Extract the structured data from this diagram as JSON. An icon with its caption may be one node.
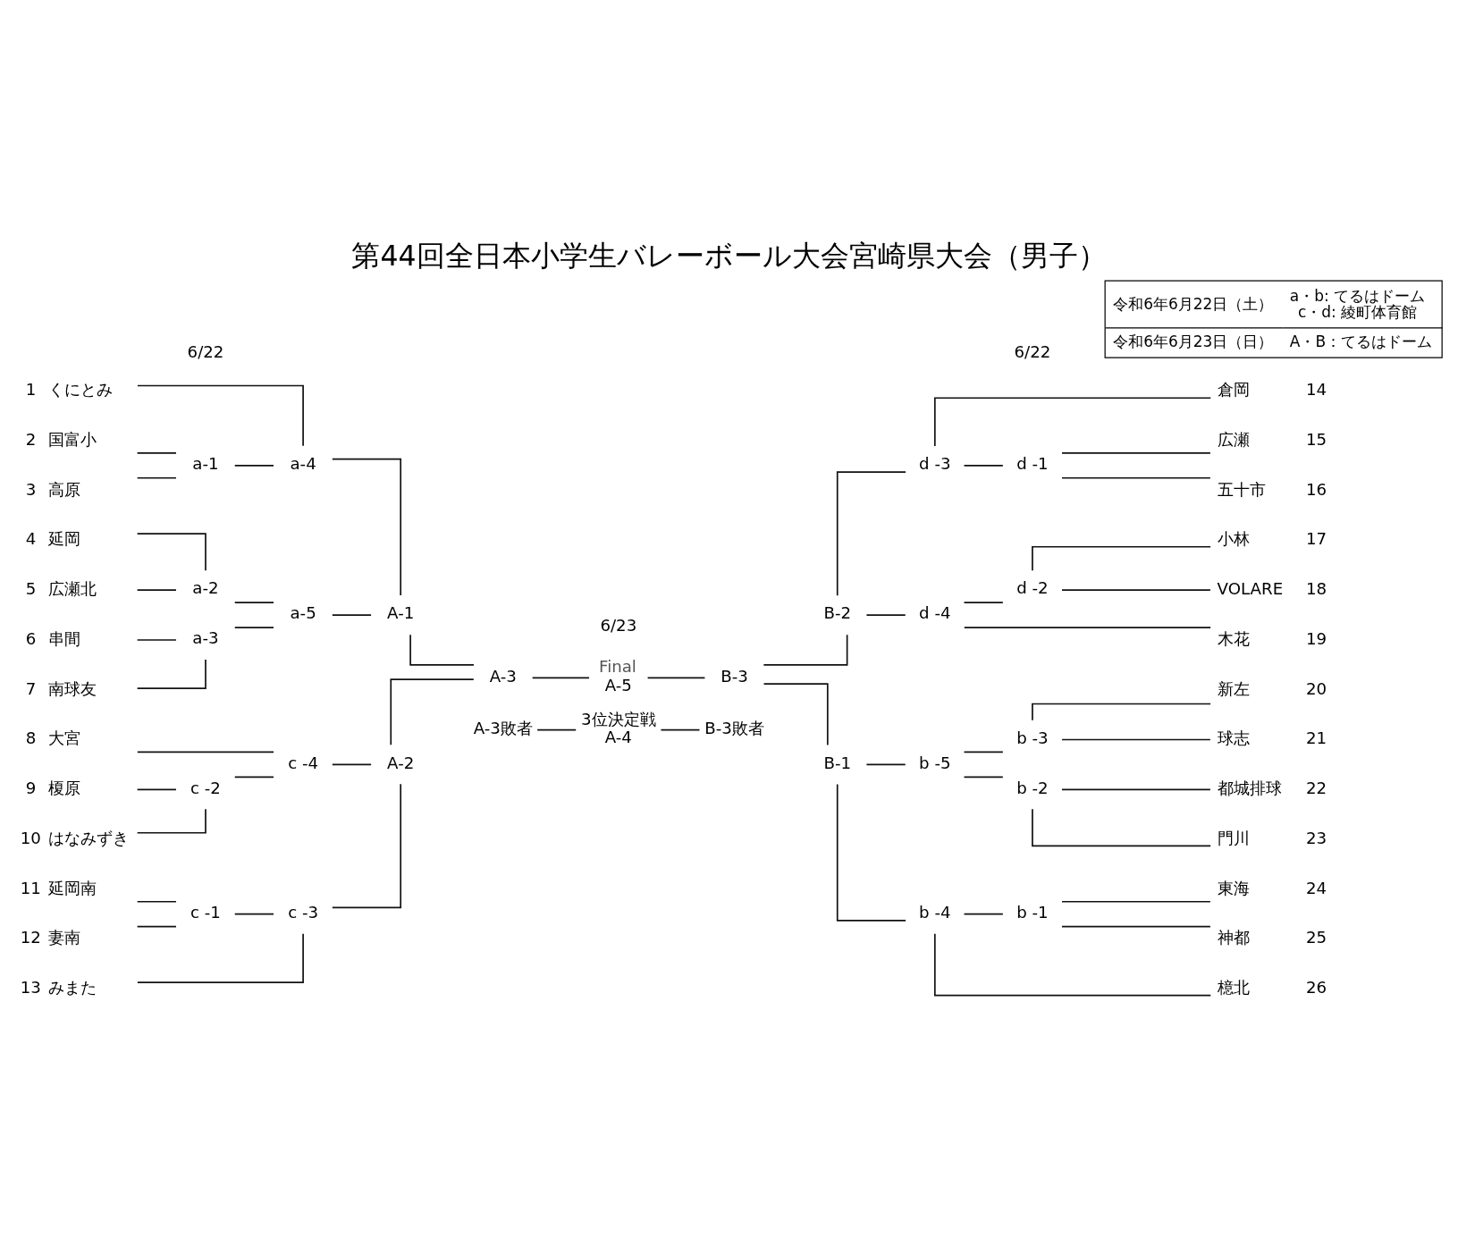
{
  "diagram": {
    "title": "第44回全日本小学生バレーボール大会宮崎県大会（男子）",
    "nodes": [
      {
        "text": [
          "くにとみ"
        ],
        "beside": [
          "1"
        ]
      },
      {
        "text": [
          "国富小"
        ],
        "beside": [
          "2"
        ]
      },
      {
        "text": [
          "高原"
        ],
        "beside": [
          "3"
        ]
      },
      {
        "text": [
          "延岡"
        ],
        "beside": [
          "4"
        ]
      },
      {
        "text": [
          "広瀬北"
        ],
        "beside": [
          "5"
        ]
      },
      {
        "text": [
          "串間"
        ],
        "beside": [
          "6"
        ]
      },
      {
        "text": [
          "南球友"
        ],
        "beside": [
          "7"
        ]
      },
      {
        "text": [
          "大宮"
        ],
        "beside": [
          "8"
        ]
      },
      {
        "text": [
          "榎原"
        ],
        "beside": [
          "9"
        ]
      },
      {
        "text": [
          "はなみずき"
        ],
        "beside": [
          "10"
        ]
      },
      {
        "text": [
          "延岡南"
        ],
        "beside": [
          "11"
        ]
      },
      {
        "text": [
          "妻南"
        ],
        "beside": [
          "12"
        ]
      },
      {
        "text": [
          "みまた"
        ],
        "beside": [
          "13"
        ]
      },
      {
        "text": [
          "a-1"
        ]
      },
      {
        "text": [
          "a-2"
        ]
      },
      {
        "text": [
          "a-3"
        ]
      },
      {
        "text": [
          "a-4"
        ]
      },
      {
        "text": [
          "a-5"
        ]
      },
      {
        "text": [
          "c -1"
        ]
      },
      {
        "text": [
          "c -2"
        ]
      },
      {
        "text": [
          "c -3"
        ]
      },
      {
        "text": [
          "c -4"
        ]
      },
      {
        "text": [
          "A-1"
        ]
      },
      {
        "text": [
          "A-2"
        ]
      },
      {
        "text": [
          "A-3"
        ]
      },
      {
        "text": [
          "Final",
          "A-5"
        ]
      },
      {
        "text": [
          "B-3"
        ]
      },
      {
        "text": [
          "B-2"
        ]
      },
      {
        "text": [
          "B-1"
        ]
      },
      {
        "text": [
          "d -1"
        ]
      },
      {
        "text": [
          "d -2"
        ]
      },
      {
        "text": [
          "d -3"
        ]
      },
      {
        "text": [
          "d -4"
        ]
      },
      {
        "text": [
          "b -1"
        ]
      },
      {
        "text": [
          "b -2"
        ]
      },
      {
        "text": [
          "b -3"
        ]
      },
      {
        "text": [
          "b -4"
        ]
      },
      {
        "text": [
          "b -5"
        ]
      },
      {
        "text": [
          "倉岡"
        ],
        "beside": [
          "14"
        ]
      },
      {
        "text": [
          "広瀬"
        ],
        "beside": [
          "15"
        ]
      },
      {
        "text": [
          "五十市"
        ],
        "beside": [
          "16"
        ]
      },
      {
        "text": [
          "小林"
        ],
        "beside": [
          "17"
        ]
      },
      {
        "text": [
          "VOLARE"
        ],
        "beside": [
          "18"
        ]
      },
      {
        "text": [
          "木花"
        ],
        "beside": [
          "19"
        ]
      },
      {
        "text": [
          "新左"
        ],
        "beside": [
          "20"
        ]
      },
      {
        "text": [
          "球志"
        ],
        "beside": [
          "21"
        ]
      },
      {
        "text": [
          "都城排球"
        ],
        "beside": [
          "22"
        ]
      },
      {
        "text": [
          "門川"
        ],
        "beside": [
          "23"
        ]
      },
      {
        "text": [
          "東海"
        ],
        "beside": [
          "24"
        ]
      },
      {
        "text": [
          "神都"
        ],
        "beside": [
          "25"
        ]
      },
      {
        "text": [
          "檍北"
        ],
        "beside": [
          "26"
        ]
      },
      {
        "text": [
          "3位決定戦",
          "A-4"
        ]
      },
      {
        "text": [
          "A-3敗者"
        ]
      },
      {
        "text": [
          "B-3敗者"
        ]
      }
    ],
    "edges": [
      {
        "from": 0,
        "to": 16,
        "arrow": "none"
      },
      {
        "from": 1,
        "to": 13,
        "arrow": "none"
      },
      {
        "from": 2,
        "to": 13,
        "arrow": "none"
      },
      {
        "from": 13,
        "to": 16,
        "arrow": "none"
      },
      {
        "from": 3,
        "to": 14,
        "arrow": "none"
      },
      {
        "from": 4,
        "to": 14,
        "arrow": "none"
      },
      {
        "from": 5,
        "to": 15,
        "arrow": "none"
      },
      {
        "from": 6,
        "to": 15,
        "arrow": "none"
      },
      {
        "from": 14,
        "to": 17,
        "arrow": "none"
      },
      {
        "from": 15,
        "to": 17,
        "arrow": "none"
      },
      {
        "from": 16,
        "to": 22,
        "arrow": "none"
      },
      {
        "from": 17,
        "to": 22,
        "arrow": "none"
      },
      {
        "from": 7,
        "to": 21,
        "arrow": "none"
      },
      {
        "from": 8,
        "to": 19,
        "arrow": "none"
      },
      {
        "from": 9,
        "to": 19,
        "arrow": "none"
      },
      {
        "from": 19,
        "to": 21,
        "arrow": "none"
      },
      {
        "from": 10,
        "to": 18,
        "arrow": "none"
      },
      {
        "from": 11,
        "to": 18,
        "arrow": "none"
      },
      {
        "from": 18,
        "to": 20,
        "arrow": "none"
      },
      {
        "from": 12,
        "to": 20,
        "arrow": "none"
      },
      {
        "from": 21,
        "to": 23,
        "arrow": "none"
      },
      {
        "from": 20,
        "to": 23,
        "arrow": "none"
      },
      {
        "from": 22,
        "to": 24,
        "arrow": "none"
      },
      {
        "from": 23,
        "to": 24,
        "arrow": "none"
      },
      {
        "from": 24,
        "to": 25,
        "arrow": "none"
      },
      {
        "from": 25,
        "to": 26,
        "arrow": "none"
      },
      {
        "from": 26,
        "to": 27,
        "arrow": "none"
      },
      {
        "from": 26,
        "to": 28,
        "arrow": "none"
      },
      {
        "from": 27,
        "to": 31,
        "arrow": "none"
      },
      {
        "from": 27,
        "to": 32,
        "arrow": "none"
      },
      {
        "from": 31,
        "to": 38,
        "arrow": "none"
      },
      {
        "from": 31,
        "to": 29,
        "arrow": "none"
      },
      {
        "from": 29,
        "to": 39,
        "arrow": "none"
      },
      {
        "from": 29,
        "to": 40,
        "arrow": "none"
      },
      {
        "from": 32,
        "to": 30,
        "arrow": "none"
      },
      {
        "from": 30,
        "to": 41,
        "arrow": "none"
      },
      {
        "from": 30,
        "to": 42,
        "arrow": "none"
      },
      {
        "from": 32,
        "to": 43,
        "arrow": "none"
      },
      {
        "from": 28,
        "to": 37,
        "arrow": "none"
      },
      {
        "from": 28,
        "to": 36,
        "arrow": "none"
      },
      {
        "from": 37,
        "to": 35,
        "arrow": "none"
      },
      {
        "from": 35,
        "to": 44,
        "arrow": "none"
      },
      {
        "from": 35,
        "to": 45,
        "arrow": "none"
      },
      {
        "from": 37,
        "to": 34,
        "arrow": "none"
      },
      {
        "from": 34,
        "to": 46,
        "arrow": "none"
      },
      {
        "from": 34,
        "to": 47,
        "arrow": "none"
      },
      {
        "from": 36,
        "to": 33,
        "arrow": "none"
      },
      {
        "from": 33,
        "to": 48,
        "arrow": "none"
      },
      {
        "from": 33,
        "to": 49,
        "arrow": "none"
      },
      {
        "from": 36,
        "to": 50,
        "arrow": "none"
      },
      {
        "from": 52,
        "to": 51,
        "arrow": "none"
      },
      {
        "from": 51,
        "to": 53,
        "arrow": "none"
      }
    ],
    "labels": [
      "令和6年6月22日（土）",
      "a・b: てるはドーム",
      "c・d: 綾町体育館",
      "令和6年6月23日（日）",
      "A・B：てるはドーム",
      "6/22",
      "6/23",
      "6/22"
    ]
  }
}
